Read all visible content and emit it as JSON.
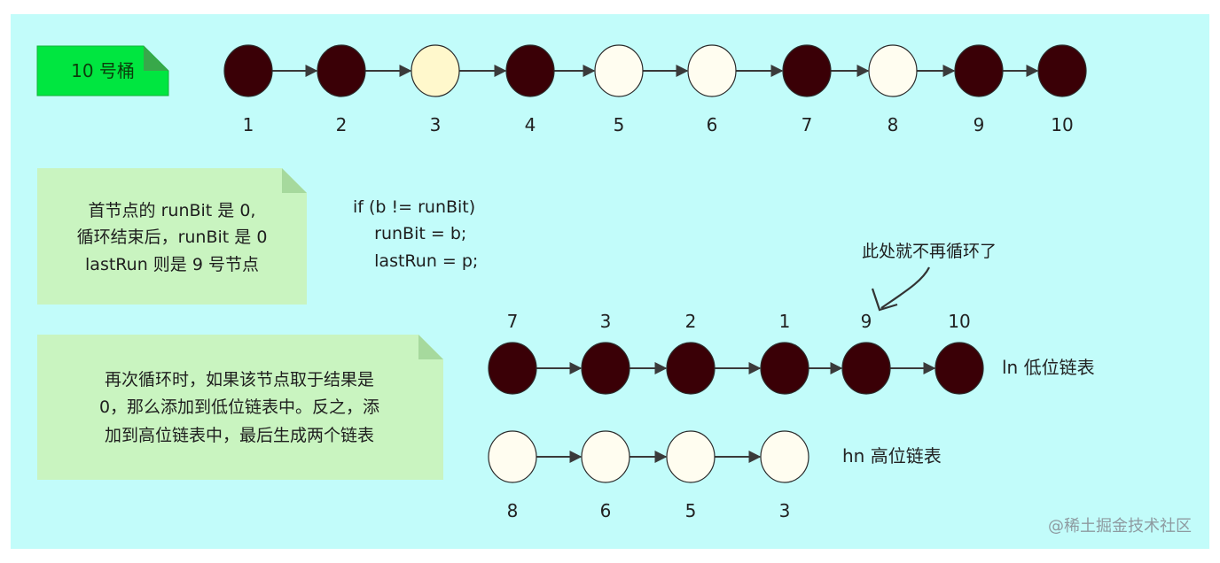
{
  "palette": {
    "background": "#c2fcfa",
    "dark_node": "#3a0006",
    "light_node": "#fffdf0",
    "cream_node": "#fff8cc",
    "note_fill": "#c9f4c0",
    "tag_fill": "#00e640",
    "arrow": "#3a3a3a"
  },
  "bucket_tag": "10 号桶",
  "top_chain": {
    "nodes": [
      {
        "label": "1",
        "color": "dark"
      },
      {
        "label": "2",
        "color": "dark"
      },
      {
        "label": "3",
        "color": "cream"
      },
      {
        "label": "4",
        "color": "dark"
      },
      {
        "label": "5",
        "color": "light"
      },
      {
        "label": "6",
        "color": "light"
      },
      {
        "label": "7",
        "color": "dark"
      },
      {
        "label": "8",
        "color": "light"
      },
      {
        "label": "9",
        "color": "dark"
      },
      {
        "label": "10",
        "color": "dark"
      }
    ]
  },
  "note1": {
    "lines": [
      "首节点的 runBit 是 0,",
      "循环结束后，runBit 是 0",
      "lastRun 则是 9 号节点"
    ]
  },
  "code": {
    "lines": [
      "if (b != runBit)",
      "    runBit = b;",
      "    lastRun = p;"
    ]
  },
  "annotation": "此处就不再循环了",
  "low_list": {
    "name": "ln 低位链表",
    "nodes": [
      {
        "label": "7",
        "color": "dark"
      },
      {
        "label": "3",
        "color": "dark"
      },
      {
        "label": "2",
        "color": "dark"
      },
      {
        "label": "1",
        "color": "dark"
      },
      {
        "label": "9",
        "color": "dark"
      },
      {
        "label": "10",
        "color": "dark"
      }
    ]
  },
  "high_list": {
    "name": "hn 高位链表",
    "nodes": [
      {
        "label": "8",
        "color": "light"
      },
      {
        "label": "6",
        "color": "light"
      },
      {
        "label": "5",
        "color": "light"
      },
      {
        "label": "3",
        "color": "light"
      }
    ]
  },
  "note2": {
    "lines": [
      "再次循环时，如果该节点取于结果是",
      "0，那么添加到低位链表中。反之，添",
      "加到高位链表中，最后生成两个链表"
    ]
  },
  "watermark": "@稀土掘金技术社区"
}
